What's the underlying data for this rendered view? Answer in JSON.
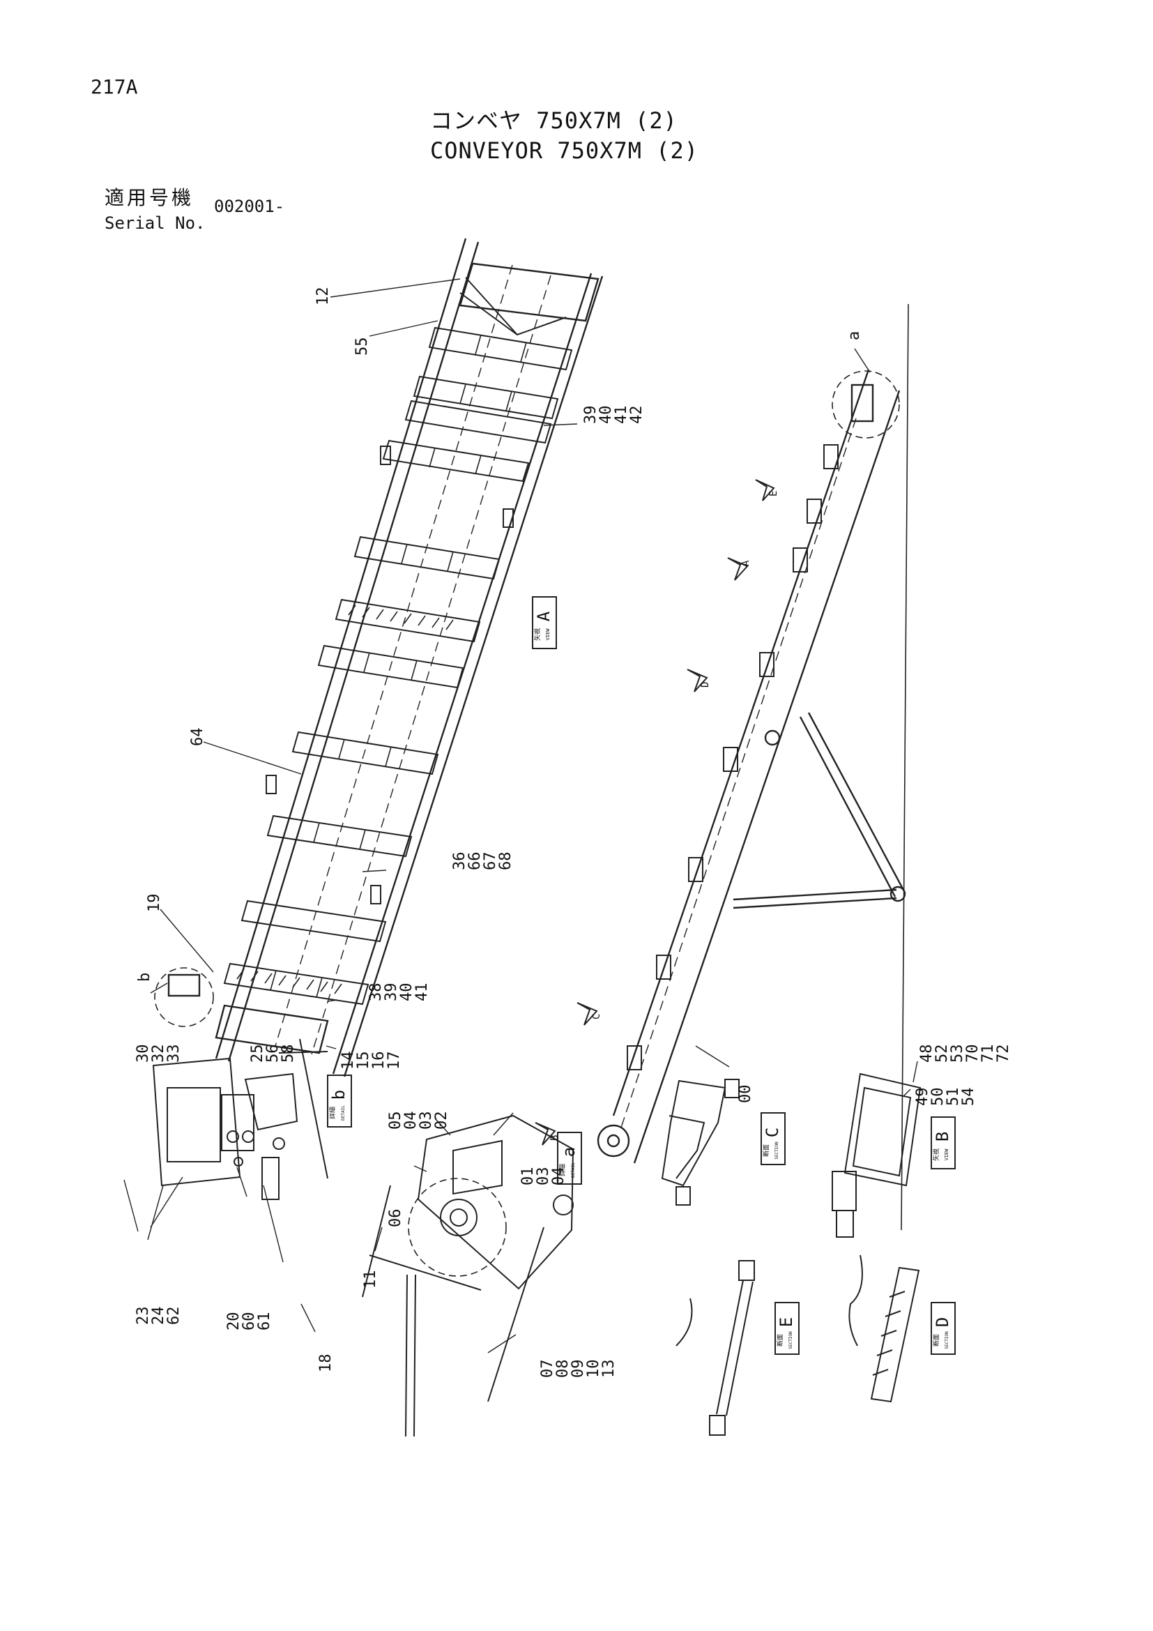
{
  "header": {
    "page_number": "217A",
    "title_jp": "コンベヤ 750X7M (2)",
    "title_en": "CONVEYOR 750X7M (2)",
    "serial_label_jp": "適用号機",
    "serial_label_en": "Serial No.",
    "serial_value": "002001-"
  },
  "views": {
    "view_a": {
      "label": "A",
      "caption_jp": "矢視",
      "caption_en": "VIEW"
    },
    "view_b": {
      "label": "B",
      "caption_jp": "矢視",
      "caption_en": "VIEW"
    },
    "section_c": {
      "label": "C",
      "caption_jp": "断面",
      "caption_en": "SECTION"
    },
    "section_d": {
      "label": "D",
      "caption_jp": "断面",
      "caption_en": "SECTION"
    },
    "section_e": {
      "label": "E",
      "caption_jp": "断面",
      "caption_en": "SECTION"
    },
    "detail_a": {
      "label": "a",
      "caption_jp": "詳細",
      "caption_en": "DETAIL"
    },
    "detail_b": {
      "label": "b",
      "caption_jp": "詳細",
      "caption_en": "DETAIL"
    }
  },
  "markers": {
    "a": "a",
    "b": "b",
    "A": "A",
    "B": "B",
    "C": "C",
    "D": "D",
    "E": "E"
  },
  "callouts": {
    "c12": "12",
    "c55": "55",
    "c39_42": [
      "39",
      "40",
      "41",
      "42"
    ],
    "c64": "64",
    "c36_68": [
      "36",
      "66",
      "67",
      "68"
    ],
    "c19": "19",
    "c38_41": [
      "38",
      "39",
      "40",
      "41"
    ],
    "c14_17": [
      "14",
      "15",
      "16",
      "17"
    ],
    "c00": "00",
    "c30_33": [
      "30",
      "32",
      "33"
    ],
    "c25_58": [
      "25",
      "56",
      "58"
    ],
    "c23_62": [
      "23",
      "24",
      "62"
    ],
    "c20_61": [
      "20",
      "60",
      "61"
    ],
    "c18": "18",
    "c05_02": [
      "05",
      "04",
      "03",
      "02"
    ],
    "c01_04": [
      "01",
      "03",
      "04"
    ],
    "c06": "06",
    "c11": "11",
    "c07_13": [
      "07",
      "08",
      "09",
      "10",
      "13"
    ],
    "c48_72": [
      "48",
      "52",
      "53",
      "70",
      "71",
      "72"
    ],
    "c49_54": [
      "49",
      "50",
      "51",
      "54"
    ]
  }
}
